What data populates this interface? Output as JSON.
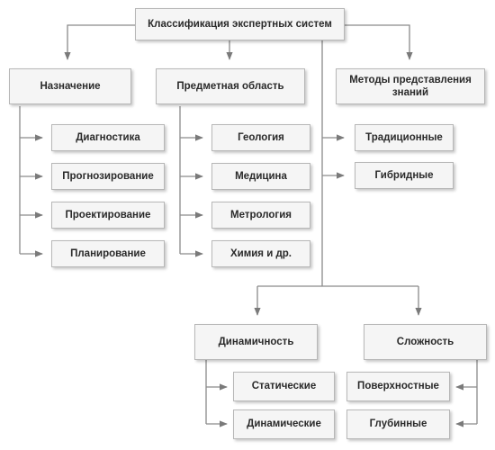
{
  "diagram": {
    "root": "Классификация экспертных систем",
    "categories": {
      "purpose": {
        "title": "Назначение",
        "items": [
          "Диагностика",
          "Прогнозирование",
          "Проектирование",
          "Планирование"
        ]
      },
      "subject_area": {
        "title": "Предметная область",
        "items": [
          "Геология",
          "Медицина",
          "Метрология",
          "Химия и др."
        ]
      },
      "knowledge_methods": {
        "title": "Методы представления знаний",
        "items": [
          "Традиционные",
          "Гибридные"
        ]
      },
      "dynamics": {
        "title": "Динамичность",
        "items": [
          "Статические",
          "Динамические"
        ]
      },
      "complexity": {
        "title": "Сложность",
        "items": [
          "Поверхностные",
          "Глубинные"
        ]
      }
    },
    "colors": {
      "box_fill": "#f5f5f5",
      "box_border": "#b7b7b7",
      "line": "#8a8a8a",
      "text": "#2a2a2a"
    }
  }
}
